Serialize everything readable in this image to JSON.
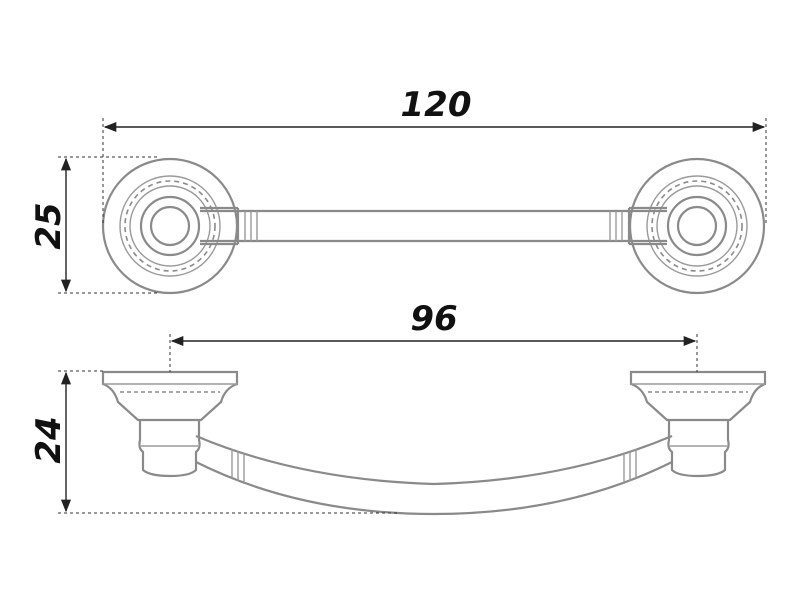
{
  "dimensions": {
    "overall_length": "120",
    "center_distance": "96",
    "rose_diameter": "25",
    "projection_height": "24"
  },
  "colors": {
    "part_outline": "#8a8a8a",
    "dimension_line": "#222222",
    "background": "#ffffff"
  }
}
